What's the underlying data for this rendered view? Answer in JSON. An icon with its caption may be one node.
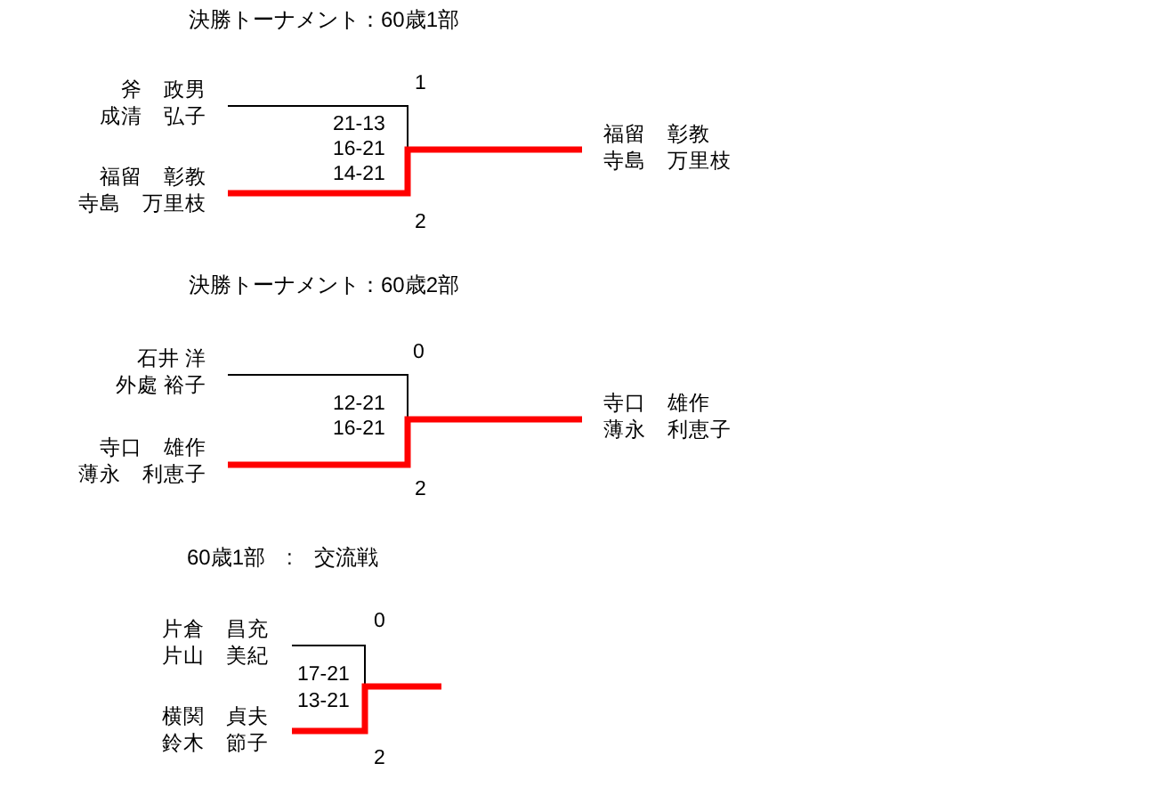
{
  "diagram": {
    "nodes": [
      {
        "text": [
          "斧　政男",
          "成清　弘子"
        ]
      },
      {
        "text": [
          "福留　彰教",
          "寺島　万里枝"
        ]
      },
      {
        "text": [
          "福留　彰教",
          "寺島　万里枝"
        ]
      },
      {
        "text": [
          "石井 洋",
          "外處 裕子"
        ]
      },
      {
        "text": [
          "寺口　雄作",
          "薄永　利恵子"
        ]
      },
      {
        "text": [
          "寺口　雄作",
          "薄永　利恵子"
        ]
      },
      {
        "text": [
          "片倉　昌充",
          "片山　美紀"
        ]
      },
      {
        "text": [
          "横関　貞夫",
          "鈴木　節子"
        ]
      }
    ],
    "edges": [
      {
        "from": 0,
        "to": 2,
        "arrow": "none"
      },
      {
        "from": 1,
        "to": 2,
        "arrow": "none",
        "style": "thick",
        "color": "#ff0000"
      },
      {
        "from": 3,
        "to": 5,
        "arrow": "none"
      },
      {
        "from": 4,
        "to": 5,
        "arrow": "none",
        "style": "thick",
        "color": "#ff0000"
      },
      {
        "from": 6,
        "to": null,
        "arrow": "none"
      },
      {
        "from": 7,
        "to": null,
        "arrow": "none",
        "style": "thick",
        "color": "#ff0000"
      }
    ],
    "labels": [
      "決勝トーナメント：60歳1部",
      "1",
      "21-13",
      "16-21",
      "14-21",
      "2",
      "決勝トーナメント：60歳2部",
      "0",
      "12-21",
      "16-21",
      "2",
      "60歳1部　:　交流戦",
      "0",
      "17-21",
      "13-21",
      "2"
    ]
  }
}
